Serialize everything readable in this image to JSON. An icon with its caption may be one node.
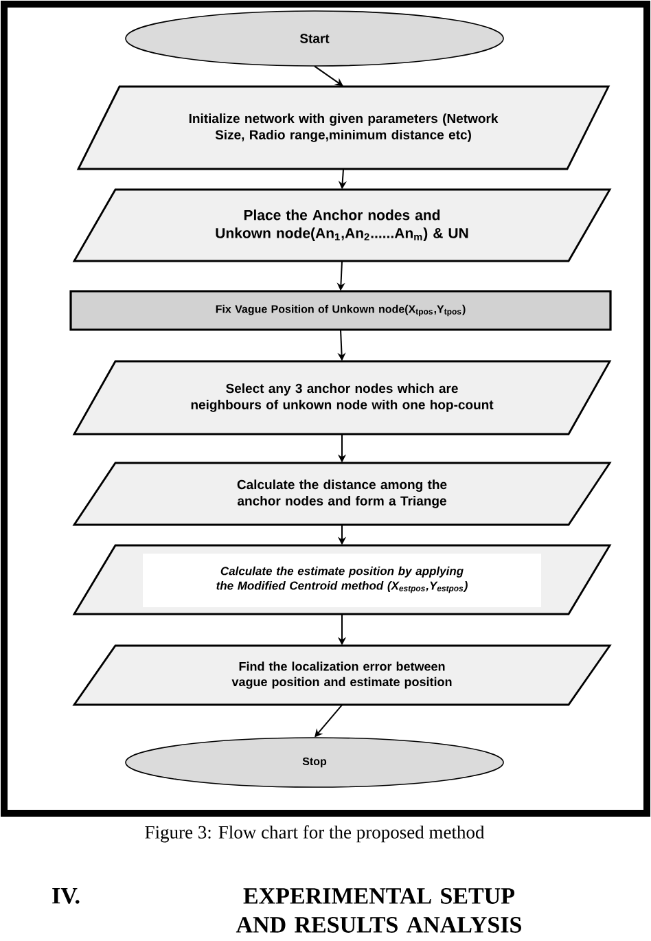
{
  "diagram": {
    "caption": "Figure 3: Flow chart for the proposed method",
    "nodes": [
      {
        "text": [
          "Start"
        ]
      },
      {
        "text": [
          "Initialize network with given parameters (Network Size, Radio range,minimum distance etc)"
        ]
      },
      {
        "text": [
          "Place the Anchor nodes and Unkown node(An$_{1}$,An$_{2}$......An$_{m}$) & UN"
        ]
      },
      {
        "text": [
          "Fix Vague Position of Unkown node(X$_{tpos}$,Y$_{tpos}$)"
        ]
      },
      {
        "text": [
          "Select any 3 anchor nodes which are neighbours of unkown node with one hop-count"
        ]
      },
      {
        "text": [
          "Calculate the distance among the anchor nodes and form a Triange"
        ]
      },
      {
        "text": [
          "Calculate the estimate position by applying the Modified Centroid method (X$_{estpos}$,Y$_{estpos}$)"
        ]
      },
      {
        "text": [
          "Find the localization error between vague position and estimate position"
        ]
      },
      {
        "text": [
          "Stop"
        ]
      }
    ],
    "edges": [
      {
        "from": 0,
        "to": 1,
        "arrow": "to"
      },
      {
        "from": 1,
        "to": 2,
        "arrow": "to"
      },
      {
        "from": 2,
        "to": 3,
        "arrow": "to"
      },
      {
        "from": 3,
        "to": 4,
        "arrow": "to"
      },
      {
        "from": 4,
        "to": 5,
        "arrow": "to"
      },
      {
        "from": 5,
        "to": 6,
        "arrow": "to"
      },
      {
        "from": 6,
        "to": 7,
        "arrow": "to"
      },
      {
        "from": 7,
        "to": 8,
        "arrow": "to"
      }
    ],
    "labels": [
      "IV.",
      "EXPERIMENTAL SETUP AND RESULTS ANALYSIS"
    ]
  }
}
